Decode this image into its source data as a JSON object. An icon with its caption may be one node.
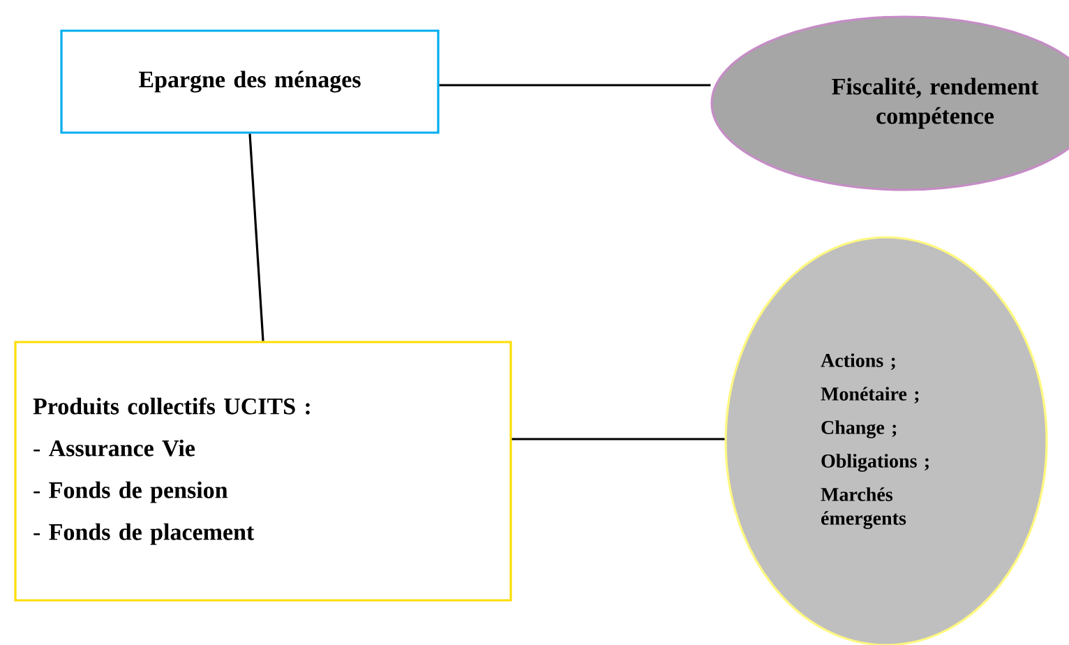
{
  "diagram": {
    "nodes": [
      {
        "text": [
          "Epargne des ménages"
        ]
      },
      {
        "text": [
          "Fiscalité, rendement compétence"
        ]
      },
      {
        "text": [
          "Produits collectifs UCITS :",
          "- **Assurance Vie**",
          "- **Fonds de pension**",
          "- **Fonds de placement**"
        ]
      },
      {
        "text": [
          "Actions ;",
          "Monétaire ;",
          "Change ;",
          "Obligations ;",
          "Marchés émergents"
        ]
      }
    ],
    "edges": [
      {
        "from": 0,
        "to": 1,
        "arrow": "none"
      },
      {
        "from": 0,
        "to": 2,
        "arrow": "none"
      },
      {
        "from": 2,
        "to": 3,
        "arrow": "none"
      }
    ]
  }
}
